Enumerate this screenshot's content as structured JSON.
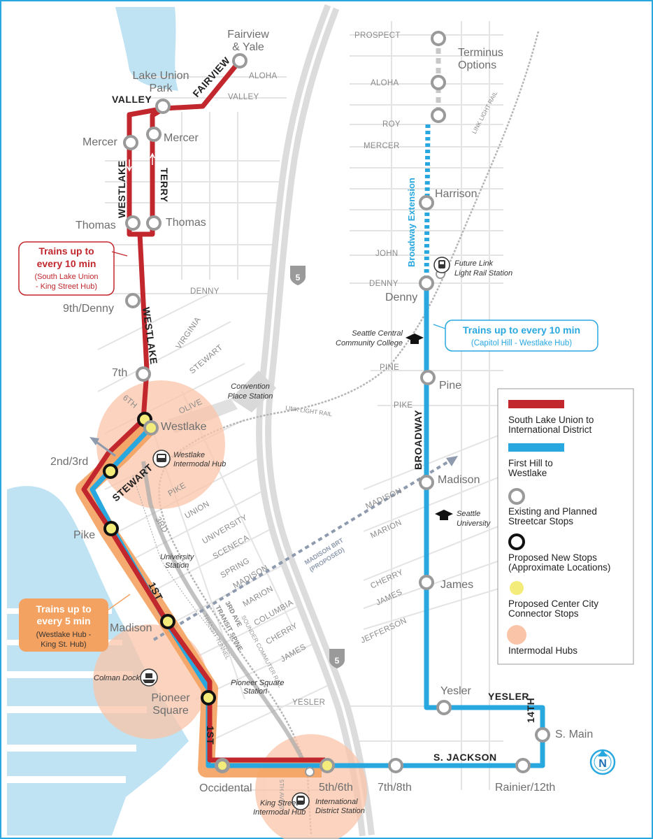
{
  "colors": {
    "red_line": "#c1272d",
    "blue_line": "#29a8df",
    "orange_band": "#f4a261",
    "hub_fill": "#f9c4a8",
    "water": "#bfe3f3",
    "road": "#e0e0e0",
    "stop_gray": "#9a9a9a",
    "connector_yellow": "#f4ec7a"
  },
  "red_stops": {
    "fairview_yale": "Fairview\n& Yale",
    "lake_union_park_1": "Lake Union",
    "lake_union_park_2": "Park",
    "mercer_w": "Mercer",
    "mercer_e": "Mercer",
    "thomas_w": "Thomas",
    "thomas_e": "Thomas",
    "ninth_denny": "9th/Denny",
    "seventh": "7th"
  },
  "blue_stops": {
    "harrison": "Harrison",
    "denny": "Denny",
    "pine": "Pine",
    "madison": "Madison",
    "james": "James",
    "yesler": "Yesler",
    "s_main": "S. Main",
    "rainier_12th": "Rainier/12th",
    "seventh_eighth": "7th/8th",
    "fifth_sixth": "5th/6th",
    "occidental": "Occidental"
  },
  "connector_stops": {
    "westlake": "Westlake",
    "second_third": "2nd/3rd",
    "pike": "Pike",
    "madison": "Madison",
    "pioneer_1": "Pioneer",
    "pioneer_2": "Square"
  },
  "terminus": {
    "line1": "Terminus",
    "line2": "Options"
  },
  "streets": {
    "prospect": "PROSPECT",
    "aloha_e": "ALOHA",
    "roy": "ROY",
    "mercer_e": "MERCER",
    "john": "JOHN",
    "denny_e": "DENNY",
    "pine_e": "PINE",
    "pike_e": "PIKE",
    "madison_e": "MADISON",
    "marion_e": "MARION",
    "cherry_e": "CHERRY",
    "james_e": "JAMES",
    "jefferson": "JEFFERSON",
    "aloha_w": "ALOHA",
    "valley_w": "VALLEY",
    "denny_w": "DENNY",
    "virginia": "VIRGINIA",
    "stewart": "STEWART",
    "sixth": "6TH",
    "olive": "OLIVE",
    "pike_w": "PIKE",
    "union": "UNION",
    "third": "3RD",
    "university": "UNIVERSITY",
    "seneca": "SCENECA",
    "spring": "SPRING",
    "madison_w": "MADISON",
    "marion_w": "MARION",
    "columbia": "COLUMBIA",
    "cherry_w": "CHERRY",
    "james_w": "JAMES",
    "yesler_w": "YESLER",
    "valley_bold": "VALLEY",
    "fairview_bold": "FAIRVIEW",
    "westlake_bold_1": "WESTLAKE",
    "terry_bold": "TERRY",
    "westlake_bold_2": "WESTLAKE",
    "stewart_bold": "STEWART",
    "first_bold_1": "1ST",
    "first_bold_2": "1ST",
    "broadway_bold": "BROADWAY",
    "yesler_bold": "YESLER",
    "fourteenth_bold": "14TH",
    "s_jackson_bold": "S. JACKSON",
    "fifth_ave_s": "5TH AVE S",
    "link_light_rail_1": "LINK LIGHT RAIL",
    "link_light_rail_2": "LINK LIGHT RAIL",
    "madison_brt_1": "MADISON BRT",
    "madison_brt_2": "(PROPOSED)",
    "third_ave_1": "3RD AVE",
    "third_ave_2": "TRANSIT SPINE",
    "transit_tunnel": "TRANSIT TUNNEL",
    "sounder": "SOUNDER COMMUTER RAIL",
    "i5_a": "5",
    "i5_b": "5",
    "broadway_extension": "Broadway Extension"
  },
  "pois": {
    "convention_1": "Convention",
    "convention_2": "Place Station",
    "westlake_hub_1": "Westlake",
    "westlake_hub_2": "Intermodal Hub",
    "university_station_1": "University",
    "university_station_2": "Station",
    "pioneer_station_1": "Pioneer Square",
    "pioneer_station_2": "Station",
    "colman_dock": "Colman Dock",
    "king_street_1": "King Street",
    "king_street_2": "Intermodal Hub",
    "intl_district_1": "International",
    "intl_district_2": "District Station",
    "future_link_1": "Future Link",
    "future_link_2": "Light Rail Station",
    "sccc_1": "Seattle Central",
    "sccc_2": "Community College",
    "seattle_u_1": "Seattle",
    "seattle_u_2": "University"
  },
  "callouts": {
    "red_1": "Trains up to",
    "red_2": "every 10 min",
    "red_3": "(South Lake Union",
    "red_4": "- King Street Hub)",
    "orange_1": "Trains up to",
    "orange_2": "every 5 min",
    "orange_3": "(Westlake Hub -",
    "orange_4": "King St. Hub)",
    "blue_1": "Trains up to every 10 min",
    "blue_2": "(Capitol Hill - Westlake Hub)"
  },
  "legend": {
    "red_1": "South Lake Union to",
    "red_2": "International District",
    "blue_1": "First Hill to",
    "blue_2": "Westlake",
    "existing_1": "Existing and Planned",
    "existing_2": "Streetcar Stops",
    "proposed_1": "Proposed New Stops",
    "proposed_2": "(Approximate Locations)",
    "connector_1": "Proposed Center City",
    "connector_2": "Connector Stops",
    "hubs": "Intermodal Hubs"
  },
  "north_arrow": "N"
}
